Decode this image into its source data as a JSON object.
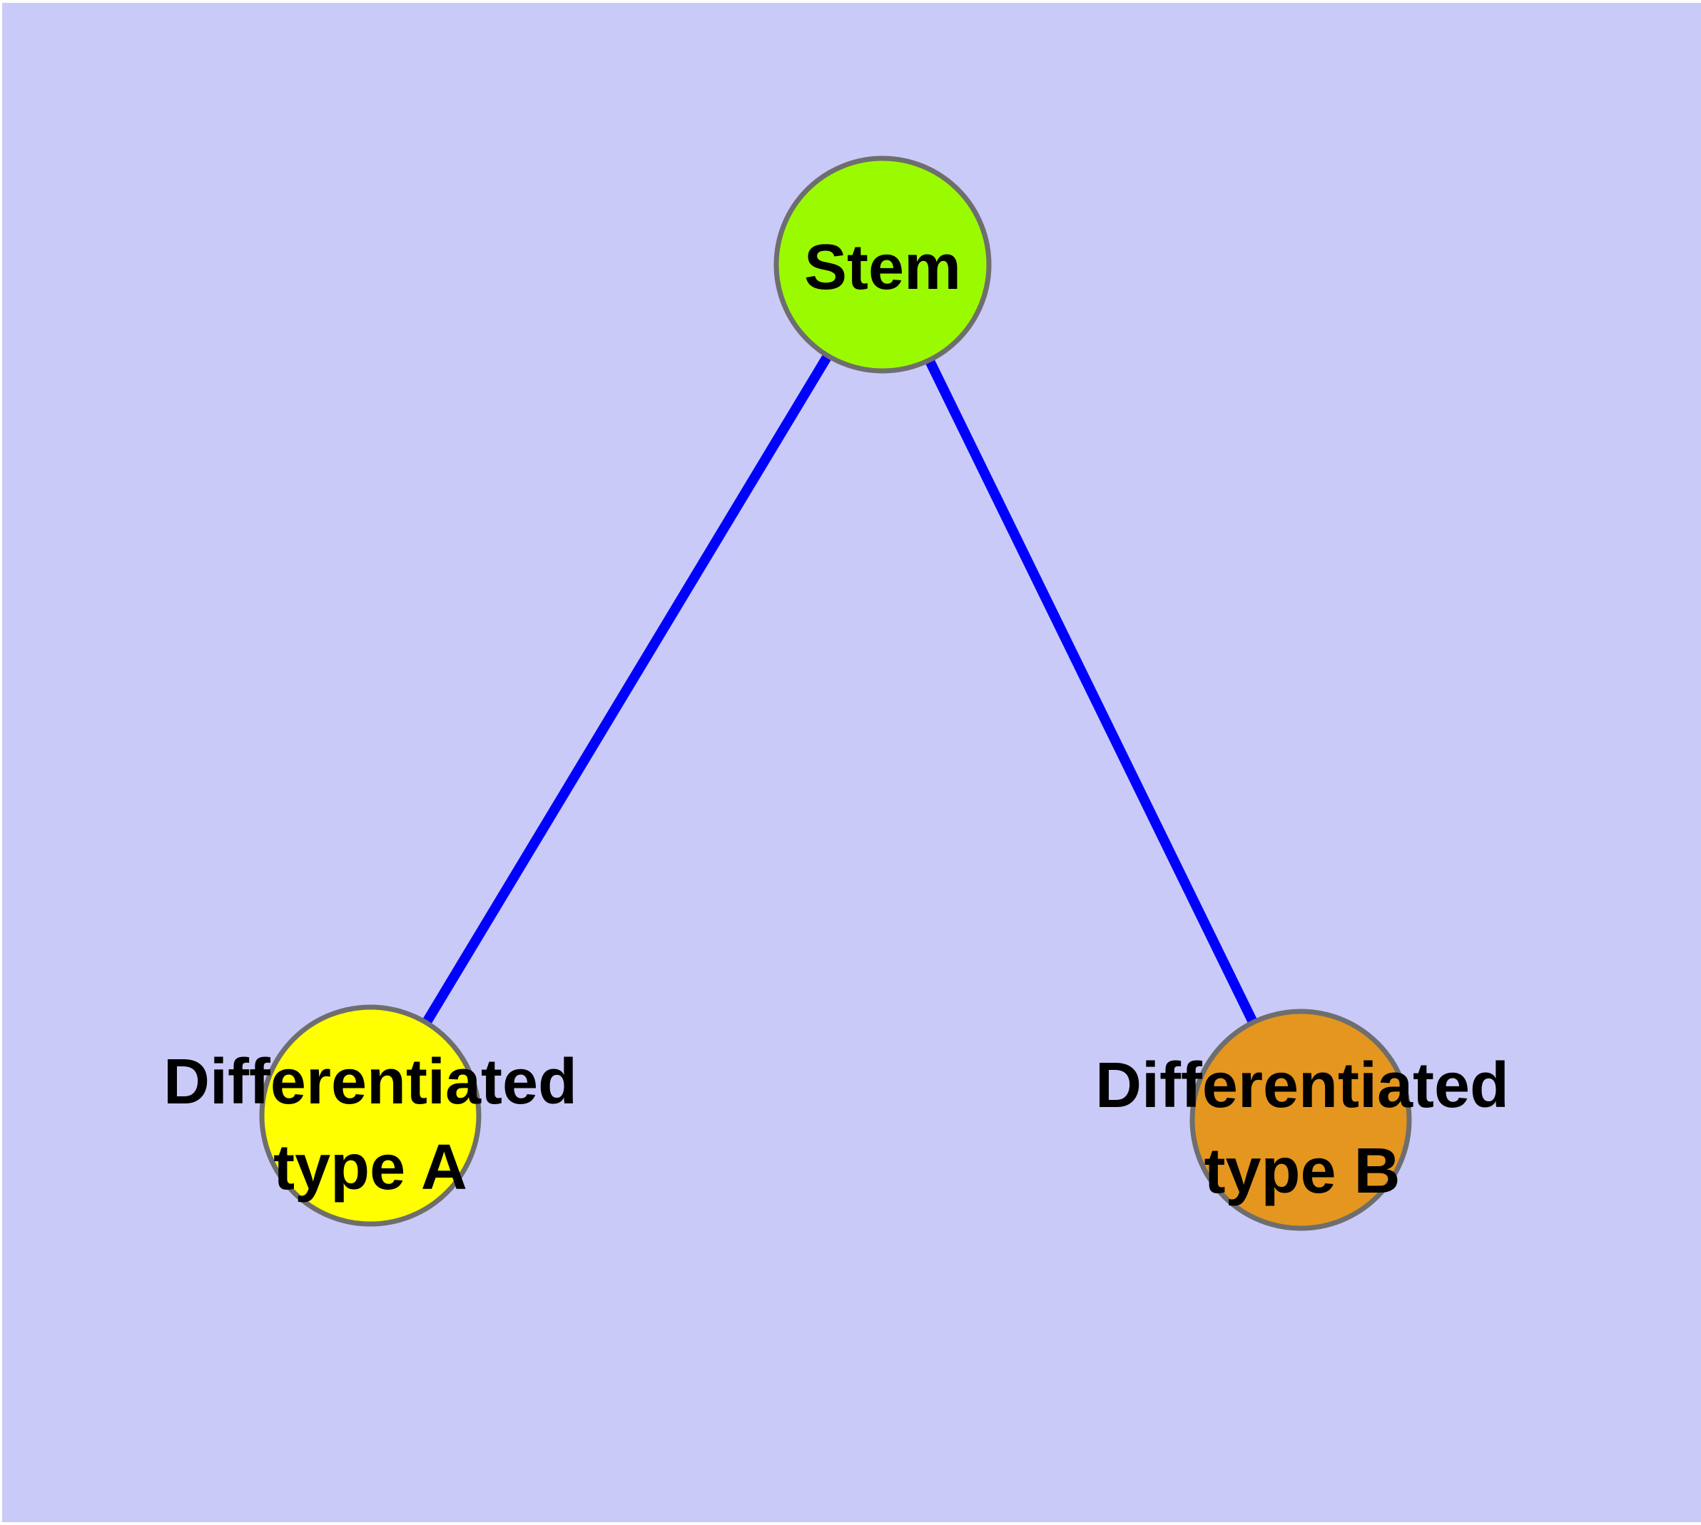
{
  "diagram": {
    "background_color": "#CACAF8",
    "page_margin_color": "#FFFFFF",
    "edge_color": "#0000FF",
    "node_border_color": "#6E6E6E",
    "label_color": "#000000",
    "nodes": [
      {
        "id": "stem",
        "label": "Stem",
        "fill": "#9AFB00"
      },
      {
        "id": "differentiated-type-a",
        "label": "Differentiated type A",
        "label_line1": "Differentiated",
        "label_line2": "type A",
        "fill": "#FFFF00"
      },
      {
        "id": "differentiated-type-b",
        "label": "Differentiated type B",
        "label_line1": "Differentiated",
        "label_line2": "type B",
        "fill": "#E5961E"
      }
    ],
    "edges": [
      {
        "from": "Stem",
        "to": "Differentiated type A"
      },
      {
        "from": "Stem",
        "to": "Differentiated type B"
      }
    ]
  }
}
